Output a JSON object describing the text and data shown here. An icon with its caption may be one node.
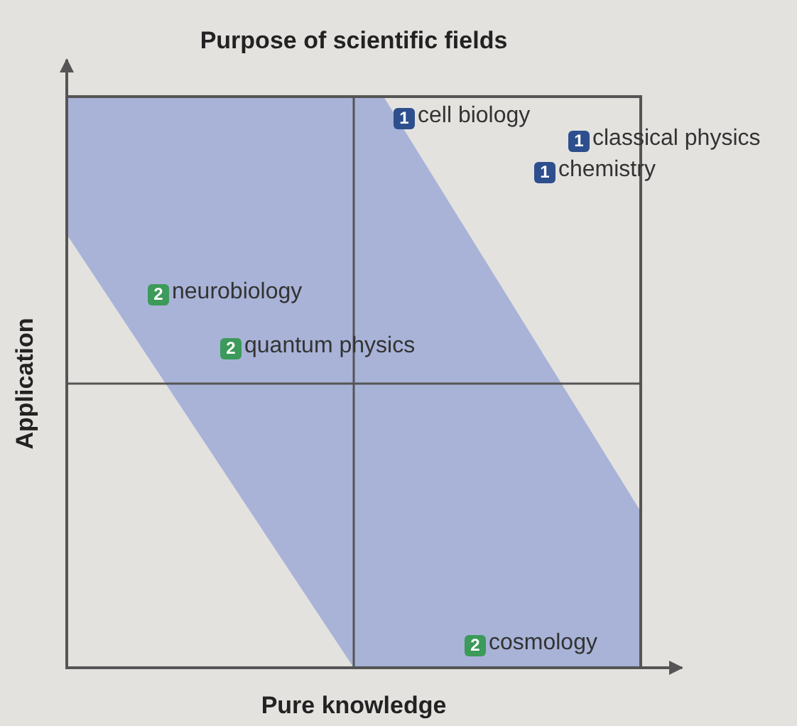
{
  "diagram": {
    "title": "Purpose of scientific fields",
    "labels": [
      "1",
      "cell biology",
      "1",
      "classical physics",
      "1",
      "chemistry",
      "2",
      "neurobiology",
      "2",
      "quantum physics",
      "Application",
      "2",
      "cosmology",
      "Pure knowledge"
    ]
  }
}
